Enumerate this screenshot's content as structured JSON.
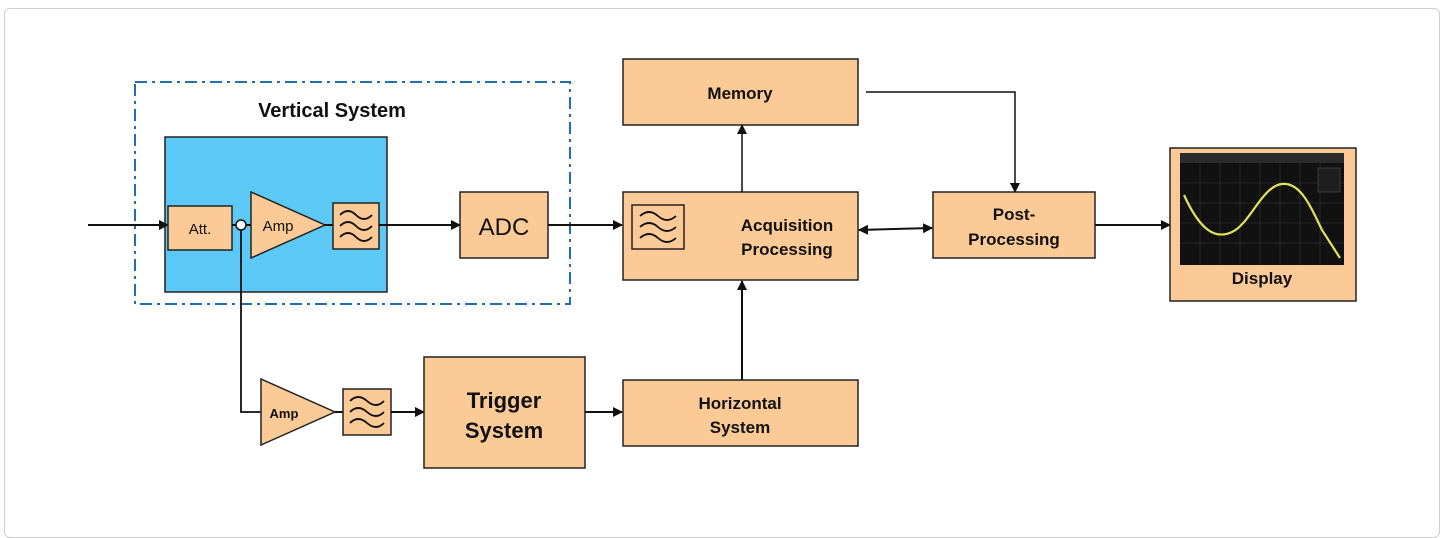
{
  "vertical_system": {
    "title": "Vertical System",
    "att_label": "Att.",
    "amp_label": "Amp"
  },
  "adc_label": "ADC",
  "memory_label": "Memory",
  "acquisition_label": [
    "Acquisition",
    "Processing"
  ],
  "post_processing_label": [
    "Post-",
    "Processing"
  ],
  "display_label": "Display",
  "trigger_amp_label": "Amp",
  "trigger_label": [
    "Trigger",
    "System"
  ],
  "horizontal_label": [
    "Horizontal",
    "System"
  ],
  "colors": {
    "block_fill": "#fcca96",
    "vertical_fill": "#5bc8f5",
    "stroke": "#222222",
    "dash_outline": "#1f6fb2",
    "screen_bg": "#111111",
    "trace": "#e4e25a"
  }
}
